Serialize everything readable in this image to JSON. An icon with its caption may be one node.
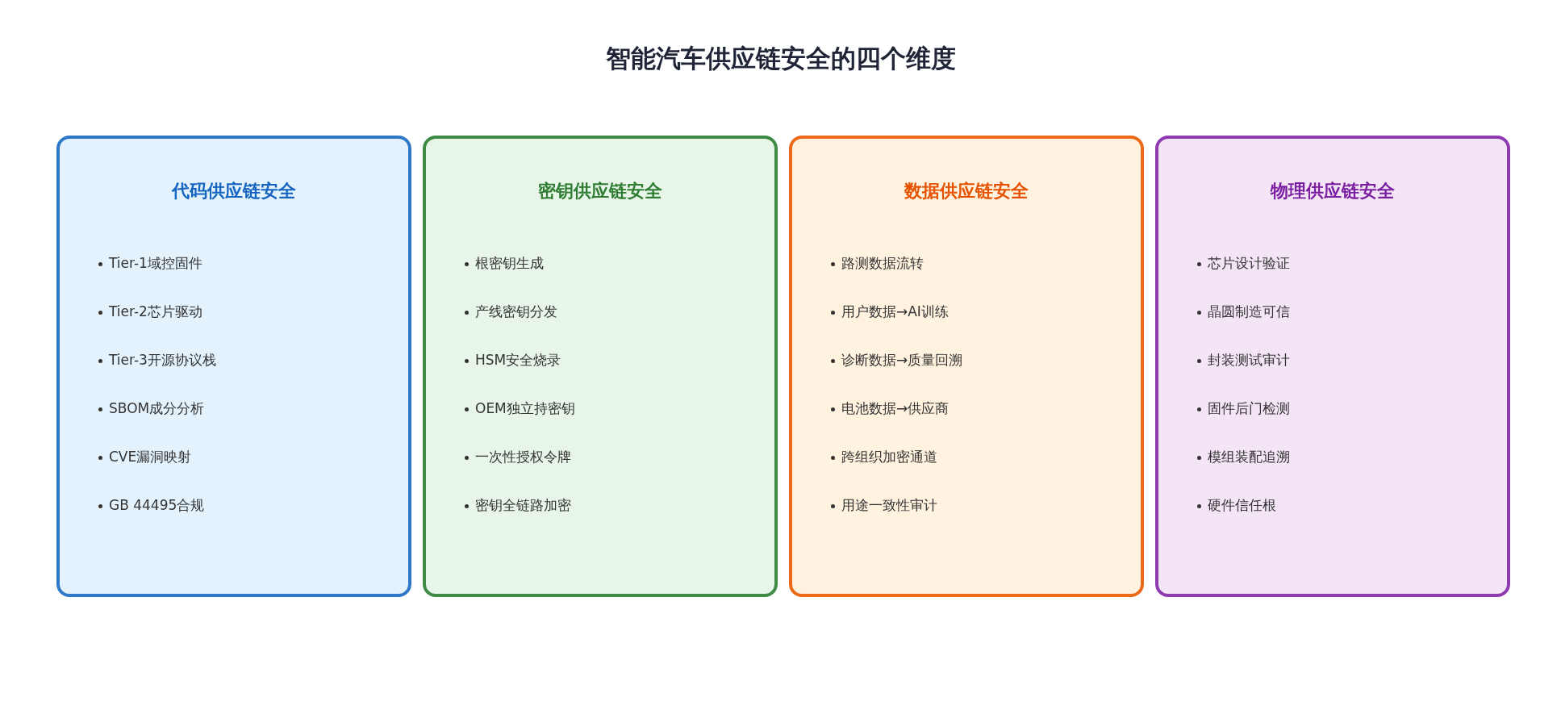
{
  "diagram": {
    "title": "智能汽车供应链安全的四个维度",
    "nodes": [
      {
        "text": [
          "代码供应链安全",
          "Tier-1域控固件",
          "Tier-2芯片驱动",
          "Tier-3开源协议栈",
          "SBOM成分分析",
          "CVE漏洞映射",
          "GB 44495合规"
        ]
      },
      {
        "text": [
          "密钥供应链安全",
          "根密钥生成",
          "产线密钥分发",
          "HSM安全烧录",
          "OEM独立持密钥",
          "一次性授权令牌",
          "密钥全链路加密"
        ]
      },
      {
        "text": [
          "数据供应链安全",
          "路测数据流转",
          "用户数据→AI训练",
          "诊断数据→质量回溯",
          "电池数据→供应商",
          "跨组织加密通道",
          "用途一致性审计"
        ]
      },
      {
        "text": [
          "物理供应链安全",
          "芯片设计验证",
          "晶圆制造可信",
          "封装测试审计",
          "固件后门检测",
          "模组装配追溯",
          "硬件信任根"
        ]
      }
    ]
  }
}
